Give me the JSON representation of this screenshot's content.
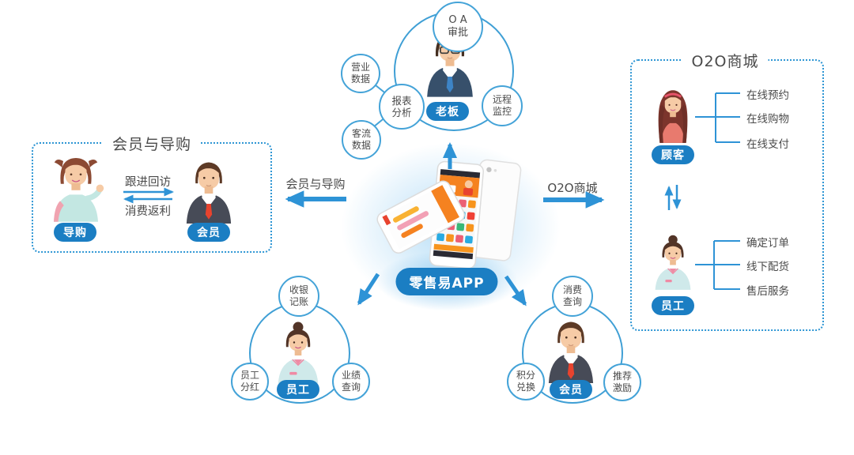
{
  "theme": {
    "accent_blue": "#2e93d6",
    "pill_blue": "#1b7ec3",
    "text_dark": "#4a4a4a",
    "app_orange": "#f58220"
  },
  "center": {
    "app_label": "零售易APP"
  },
  "top_group": {
    "persona_label": "老板",
    "oa": "O A\n审批",
    "report": "报表\n分析",
    "business_data": "营业\n数据",
    "customer_flow": "客流\n数据",
    "remote_monitor": "远程\n监控"
  },
  "left_box": {
    "title": "会员与导购",
    "guide_label": "导购",
    "member_label": "会员",
    "flow_forward": "跟进回访",
    "flow_back": "消费返利"
  },
  "flows": {
    "left_arrow_label": "会员与导购",
    "right_arrow_label": "O2O商城"
  },
  "right_box": {
    "title": "O2O商城",
    "customer": {
      "label": "顾客",
      "items": [
        "在线预约",
        "在线购物",
        "在线支付"
      ]
    },
    "staff": {
      "label": "员工",
      "items": [
        "确定订单",
        "线下配货",
        "售后服务"
      ]
    }
  },
  "bottom_left_group": {
    "persona_label": "员工",
    "top": "收银\n记账",
    "left": "员工\n分红",
    "right": "业绩\n查询"
  },
  "bottom_right_group": {
    "persona_label": "会员",
    "top": "消费\n查询",
    "left": "积分\n兑换",
    "right": "推荐\n激励"
  }
}
